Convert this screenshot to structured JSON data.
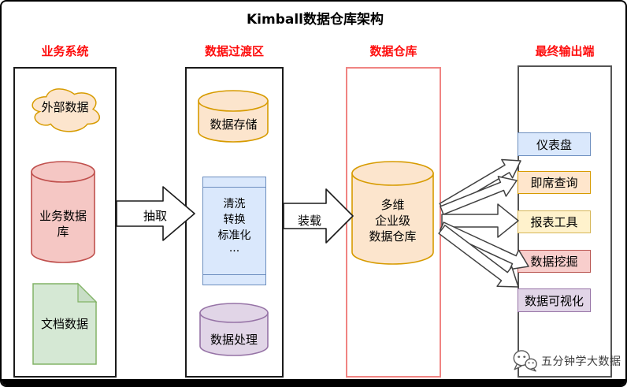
{
  "title": "Kimball数据仓库架构",
  "palette": {
    "header_red": "#fe0d0d",
    "col_border": "#1a1a1a",
    "warehouse_border": "#f08482",
    "orange_fill": "#fce5cd",
    "orange_stroke": "#d79b00",
    "pink_fill": "#f5c7c4",
    "pink_stroke": "#c0504d",
    "green_fill": "#d5e8d4",
    "green_stroke": "#82b366",
    "green_fold": "#c8dec6",
    "blue_fill": "#dae8fc",
    "blue_stroke": "#6c8ebf",
    "purple_fill": "#e1d5e7",
    "purple_stroke": "#9673a6",
    "arrow_stroke": "#404040",
    "footer_text": "#3c3c3c",
    "icon_gray": "#5a5a5a"
  },
  "columns": {
    "source": {
      "header": "业务系统",
      "cloud_label": "外部数据",
      "database_label": "业务数据库",
      "document_label": "文档数据"
    },
    "staging": {
      "header": "数据过渡区",
      "storage_label": "数据存储",
      "process_label": "清洗\n转换\n标准化\n···",
      "processing_label": "数据处理"
    },
    "warehouse": {
      "header": "数据仓库",
      "cylinder_label": "多维\n企业级\n数据仓库"
    },
    "output": {
      "header": "最终输出端",
      "items": [
        {
          "label": "仪表盘",
          "fill": "#dae8fc",
          "stroke": "#6c8ebf"
        },
        {
          "label": "即席查询",
          "fill": "#ffe6cc",
          "stroke": "#d79b00"
        },
        {
          "label": "报表工具",
          "fill": "#fff2cc",
          "stroke": "#d6b656"
        },
        {
          "label": "数据挖掘",
          "fill": "#f8cecc",
          "stroke": "#b85450"
        },
        {
          "label": "数据可视化",
          "fill": "#e1d5e7",
          "stroke": "#9673a6"
        }
      ]
    }
  },
  "flow_labels": {
    "extract": "抽取",
    "load": "装载"
  },
  "footer": {
    "brand": "五分钟学大数据"
  }
}
